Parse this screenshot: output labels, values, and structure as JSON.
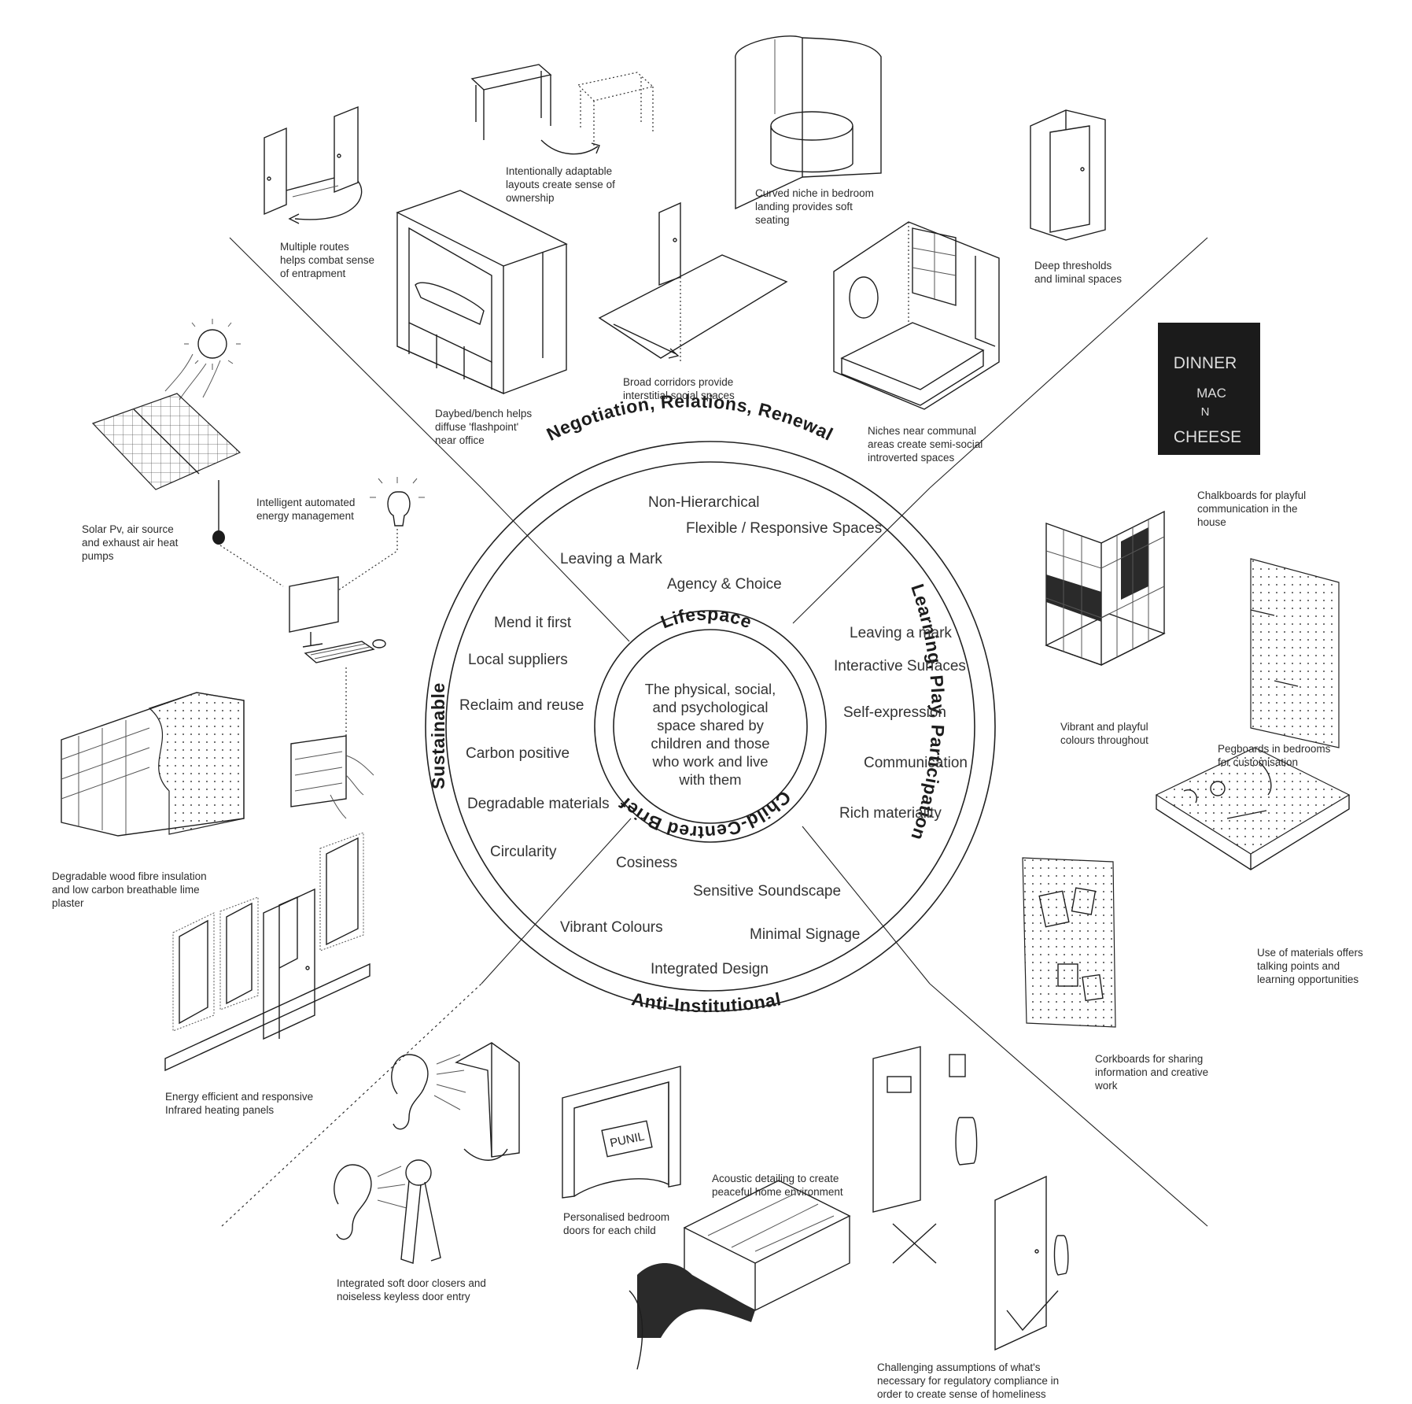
{
  "rings": {
    "top": "Negotiation, Relations, Renewal",
    "right": "Learning, Play, Participation",
    "bottom": "Anti-Institutional",
    "left": "Sustainable"
  },
  "inner_ring": {
    "top": "Lifespace",
    "bottom": "Child-Centred Brief"
  },
  "center_text": [
    "The physical, social,",
    "and psychological",
    "space shared by",
    "children and those",
    "who work and live",
    "with them"
  ],
  "principles": {
    "top": [
      "Non-Hierarchical",
      "Flexible / Responsive Spaces",
      "Leaving a Mark",
      "Agency & Choice"
    ],
    "right": [
      "Leaving a mark",
      "Interactive Surfaces",
      "Self-expression",
      "Communication",
      "Rich materiality"
    ],
    "bottom": [
      "Cosiness",
      "Sensitive Soundscape",
      "Vibrant Colours",
      "Minimal Signage",
      "Integrated Design"
    ],
    "left": [
      "Mend it first",
      "Local suppliers",
      "Reclaim and reuse",
      "Carbon positive",
      "Degradable materials",
      "Circularity"
    ]
  },
  "captions": {
    "multiple_routes": [
      "Multiple routes",
      "helps combat sense",
      "of entrapment"
    ],
    "adaptable_layouts": [
      "Intentionally adaptable",
      "layouts create sense of",
      "ownership"
    ],
    "curved_niche": [
      "Curved niche in bedroom",
      "landing provides soft",
      "seating"
    ],
    "deep_thresholds": [
      "Deep thresholds",
      "and liminal spaces"
    ],
    "daybed": [
      "Daybed/bench helps",
      "diffuse 'flashpoint'",
      "near office"
    ],
    "broad_corridors": [
      "Broad corridors provide",
      "interstitial social spaces"
    ],
    "niches": [
      "Niches near communal",
      "areas create semi-social",
      "introverted spaces"
    ],
    "chalkboards": [
      "Chalkboards for playful",
      "communication in the",
      "house"
    ],
    "solar": [
      "Solar Pv, air source",
      "and exhaust air heat",
      "pumps"
    ],
    "energy_mgmt": [
      "Intelligent automated",
      "energy management"
    ],
    "vibrant": [
      "Vibrant and playful",
      "colours throughout"
    ],
    "pegboards": [
      "Pegboards in bedrooms",
      "for customisation"
    ],
    "insulation": [
      "Degradable wood fibre insulation",
      "and low carbon breathable lime",
      "plaster"
    ],
    "materials": [
      "Use of materials offers",
      "talking points and",
      "learning opportunities"
    ],
    "heating": [
      "Energy efficient and responsive",
      "Infrared heating panels"
    ],
    "corkboards": [
      "Corkboards for sharing",
      "information and creative",
      "work"
    ],
    "acoustic": [
      "Acoustic detailing to create",
      "peaceful home environment"
    ],
    "personalised": [
      "Personalised bedroom",
      "doors for each child"
    ],
    "door_closers": [
      "Integrated soft door closers and",
      "noiseless keyless door entry"
    ],
    "compliance": [
      "Challenging assumptions of what's",
      "necessary for regulatory compliance in",
      "order to create sense of homeliness"
    ]
  },
  "sketch_text": {
    "chalkboard": [
      "DINNER",
      "MAC",
      "N",
      "CHEESE"
    ],
    "door_sign": "PUNIL"
  }
}
